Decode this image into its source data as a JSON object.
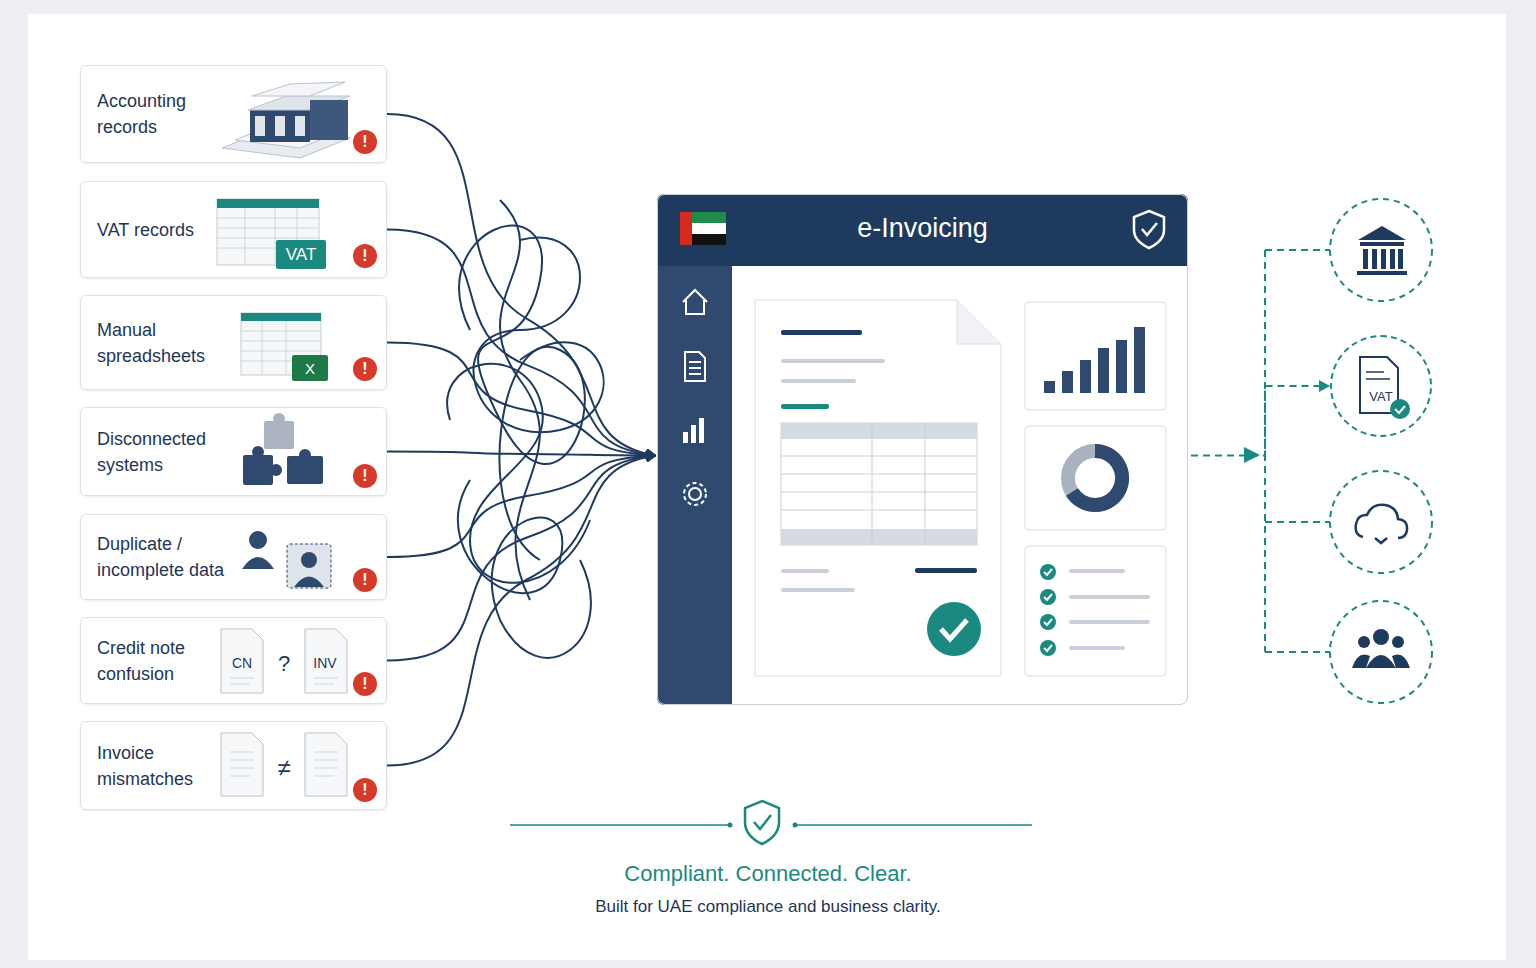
{
  "diagram": {
    "title": "Compliant. Connected. Clear.",
    "caption": "Built for UAE compliance and business clarity.",
    "nodes": [
      {
        "text": [
          "Accounting records"
        ]
      },
      {
        "text": [
          "VAT records"
        ]
      },
      {
        "text": [
          "Manual spreadsheets"
        ]
      },
      {
        "text": [
          "Disconnected systems"
        ]
      },
      {
        "text": [
          "Duplicate / incomplete data"
        ]
      },
      {
        "text": [
          "Credit note confusion"
        ]
      },
      {
        "text": [
          "Invoice mismatches"
        ]
      },
      {
        "text": [
          "e-Invoicing"
        ]
      },
      {
        "text": [
          "VAT"
        ]
      }
    ],
    "edges": [
      {
        "from": 0,
        "to": 7,
        "arrow": "to"
      },
      {
        "from": 1,
        "to": 7,
        "arrow": "to"
      },
      {
        "from": 2,
        "to": 7,
        "arrow": "to"
      },
      {
        "from": 3,
        "to": 7,
        "arrow": "to"
      },
      {
        "from": 4,
        "to": 7,
        "arrow": "to"
      },
      {
        "from": 5,
        "to": 7,
        "arrow": "to"
      },
      {
        "from": 6,
        "to": 7,
        "arrow": "to"
      },
      {
        "from": 7,
        "to": 8,
        "arrow": "to"
      }
    ],
    "labels": [
      "!",
      "VAT",
      "!",
      "X",
      "!",
      "!",
      "!",
      "CN",
      "?",
      "INV",
      "!",
      "≠",
      "!"
    ]
  }
}
